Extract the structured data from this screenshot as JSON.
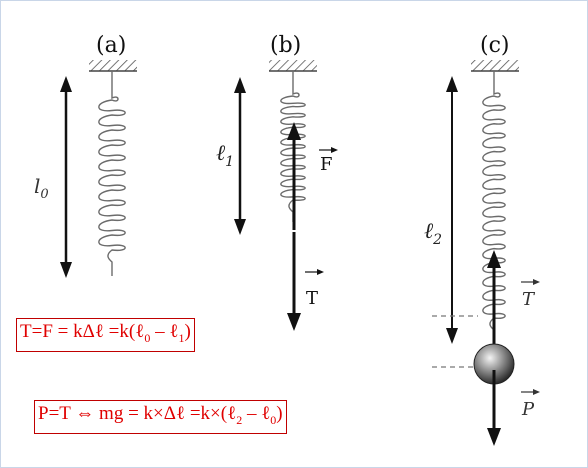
{
  "panels": {
    "a": {
      "label": "(a)",
      "length_label": "l",
      "length_sub": "0"
    },
    "b": {
      "label": "(b)",
      "length_label": "ℓ",
      "length_sub": "1",
      "force_label": "F",
      "tension_label": "T"
    },
    "c": {
      "label": "(c)",
      "length_label": "ℓ",
      "length_sub": "2",
      "tension_label": "T",
      "weight_label": "P"
    }
  },
  "equations": {
    "eq1_prefix": "T=F = kΔℓ =k(ℓ",
    "eq1_sub_a": "0",
    "eq1_mid": " – ℓ",
    "eq1_sub_b": "1",
    "eq1_suffix": ")",
    "eq2_prefix": "P=T ⇔ mg = k×Δℓ =k×(ℓ",
    "eq2_sub_a": "2",
    "eq2_mid": " – ℓ",
    "eq2_sub_b": "0",
    "eq2_suffix": ")"
  },
  "colors": {
    "equation_text": "#e00000",
    "equation_border": "#c00000",
    "spring": "#6b6b6b",
    "arrow": "#111111"
  },
  "icons": {
    "support": "hatched-ceiling-icon",
    "mass": "metal-ball-icon",
    "arrow": "vector-arrow-icon"
  }
}
